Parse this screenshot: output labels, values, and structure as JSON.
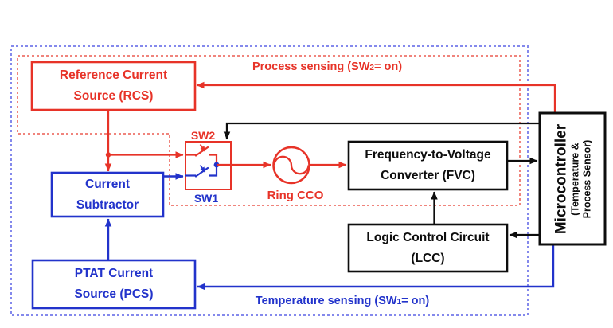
{
  "blocks": {
    "rcs": {
      "line1": "Reference Current",
      "line2": "Source (RCS)"
    },
    "current_subtractor": {
      "line1": "Current",
      "line2": "Subtractor"
    },
    "pcs": {
      "line1": "PTAT Current",
      "line2": "Source (PCS)"
    },
    "fvc": {
      "line1": "Frequency-to-Voltage",
      "line2": "Converter (FVC)"
    },
    "lcc": {
      "line1": "Logic Control Circuit",
      "line2": "(LCC)"
    },
    "microcontroller": {
      "title": "Microcontroller",
      "subtitle_line1": "(Temperature &",
      "subtitle_line2": "Process Sensor)"
    }
  },
  "labels": {
    "sw2": "SW2",
    "sw1": "SW1",
    "ring_cco": "Ring CCO"
  },
  "annotations": {
    "process_sensing": {
      "prefix": "Process sensing (SW",
      "sub": "2",
      "suffix": "= on)"
    },
    "temperature_sensing": {
      "prefix": "Temperature sensing (SW",
      "sub": "1",
      "suffix": "= on)"
    }
  },
  "colors": {
    "signal_red": "#e73328",
    "signal_blue": "#2233cb",
    "line_black": "#0d0d0d",
    "dashed_red": "#f0847c",
    "dashed_blue": "#8489ec"
  }
}
